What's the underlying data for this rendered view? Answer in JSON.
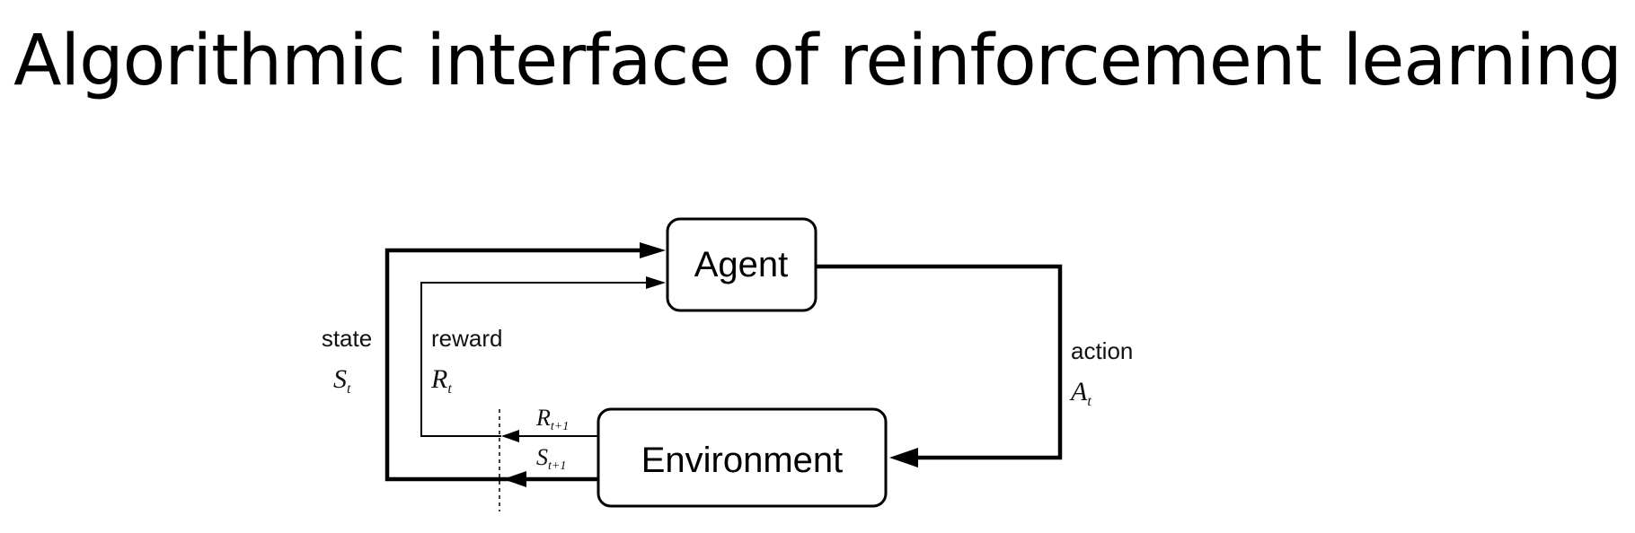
{
  "slide": {
    "title": "Algorithmic interface of reinforcement learning"
  },
  "diagram": {
    "agent_label": "Agent",
    "environment_label": "Environment",
    "state_label": "state",
    "state_symbol": "S",
    "state_sub": "t",
    "reward_label": "reward",
    "reward_symbol": "R",
    "reward_sub": "t",
    "action_label": "action",
    "action_symbol": "A",
    "action_sub": "t",
    "next_reward_symbol": "R",
    "next_reward_sub": "t+1",
    "next_state_symbol": "S",
    "next_state_sub": "t+1"
  }
}
